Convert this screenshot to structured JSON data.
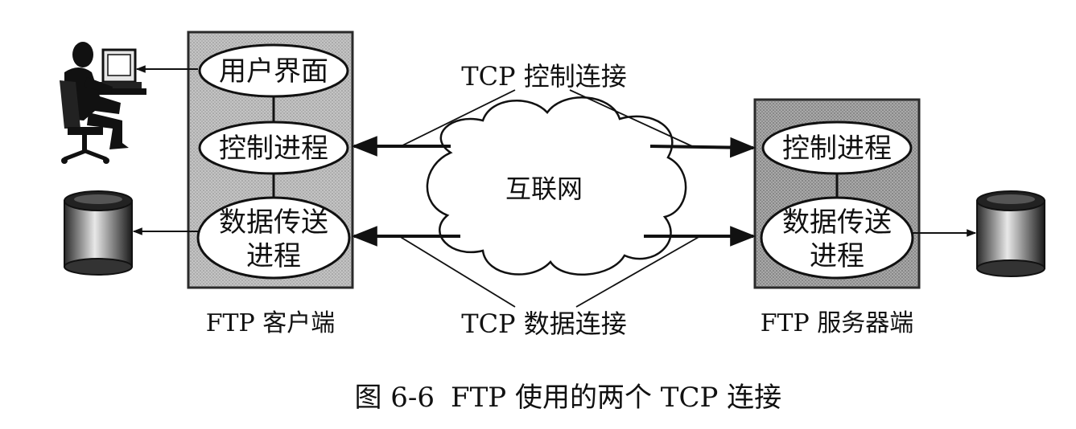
{
  "client": {
    "label": "FTP 客户端",
    "ui_oval": "用户界面",
    "control_oval": "控制进程",
    "data_oval_line1": "数据传送",
    "data_oval_line2": "进程"
  },
  "server": {
    "label": "FTP 服务器端",
    "control_oval": "控制进程",
    "data_oval_line1": "数据传送",
    "data_oval_line2": "进程"
  },
  "network": {
    "label": "互联网"
  },
  "connections": {
    "control": "TCP 控制连接",
    "data": "TCP 数据连接"
  },
  "caption": {
    "number": "图 6-6",
    "text": "FTP 使用的两个 TCP 连接"
  },
  "colors": {
    "box_fill": "#b9b9b9",
    "box_stroke": "#2a2a2a",
    "oval_fill": "#ffffff",
    "line": "#111111"
  }
}
